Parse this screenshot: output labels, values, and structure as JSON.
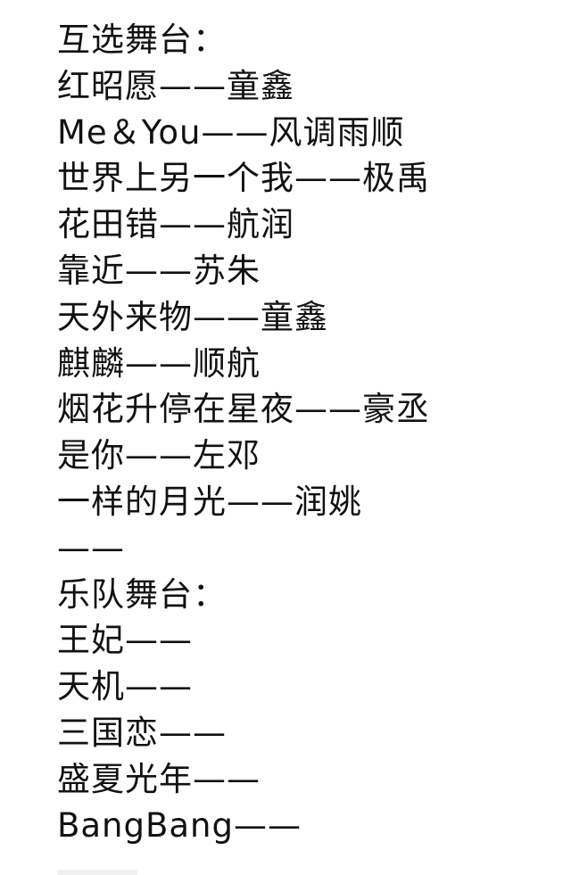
{
  "lines": [
    "互选舞台：",
    "红昭愿——童鑫",
    "Me＆You——风调雨顺",
    "世界上另一个我——极禹",
    "花田错——航润",
    "靠近——苏朱",
    "天外来物——童鑫",
    "麒麟——顺航",
    "烟花升停在星夜——豪丞",
    "是你——左邓",
    "一样的月光——润姚",
    "——",
    "乐队舞台：",
    "王妃——",
    "天机——",
    "三国恋——",
    "盛夏光年——",
    "BangBang——"
  ]
}
